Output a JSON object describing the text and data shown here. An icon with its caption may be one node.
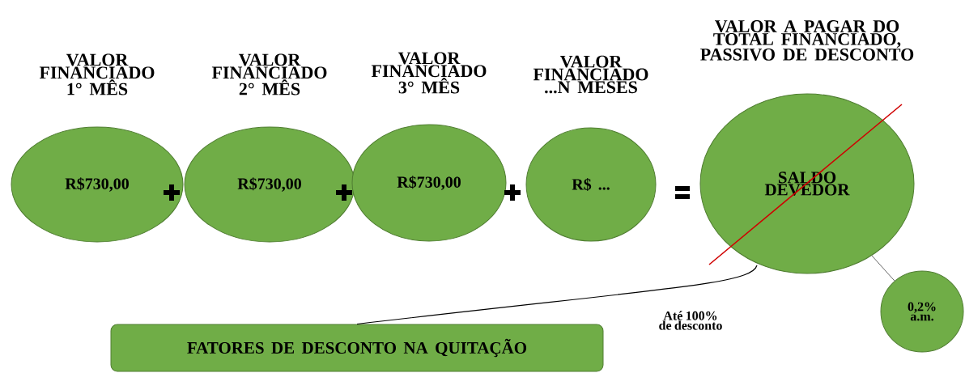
{
  "diagram": {
    "nodes": [
      {
        "text": [
          "VALOR FINANCIADO 1° MÊS",
          "R$730,00"
        ]
      },
      {
        "text": [
          "VALOR FINANCIADO 2° MÊS",
          "R$730,00"
        ]
      },
      {
        "text": [
          "VALOR FINANCIADO 3° MÊS",
          "R$730,00"
        ]
      },
      {
        "text": [
          "VALOR FINANCIADO ...N MESES",
          "R$ ..."
        ]
      },
      {
        "text": [
          "VALOR A PAGAR DO TOTAL FINANCIADO, PASSIVO DE DESCONTO",
          "SALDO DEVEDOR"
        ]
      },
      {
        "text": [
          "FATORES DE DESCONTO NA QUITAÇÃO"
        ]
      },
      {
        "text": [
          "0,2% a.m."
        ]
      }
    ],
    "edges": [
      {
        "from": 4,
        "to": 5,
        "arrow": "none",
        "label": "Até 100% de desconto"
      },
      {
        "from": 4,
        "to": 6,
        "arrow": "none"
      }
    ]
  }
}
